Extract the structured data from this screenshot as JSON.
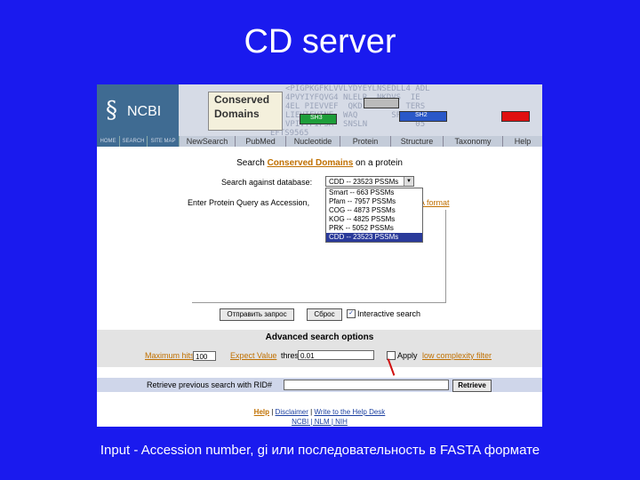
{
  "slide": {
    "title": "CD server",
    "caption": "Input - Accession number, gi или последовательность в FASTA формате"
  },
  "banner": {
    "logo_text": "NCBI",
    "title_line1": "Conserved",
    "title_line2": "Domains",
    "domain_labels": [
      "SH3",
      "SH2"
    ],
    "seq_lines": [
      "<PIGPKGFKLVVLYDYEYLNSEDLL4 ADL",
      "4PVYIYFQVG4 NLELR  NKDVS  IE",
      "4EL PIEVVEF  QKD         TERS",
      "LIEVIEVINE  WAQ       SPWQDG",
      "VPIVTFIFSR  SNSLN          05",
      "                   EFTS9565"
    ]
  },
  "nav": {
    "left_tabs": [
      "HOME",
      "SEARCH",
      "SITE MAP"
    ],
    "tabs": [
      "NewSearch",
      "PubMed",
      "Nucleotide",
      "Protein",
      "Structure",
      "Taxonomy",
      "Help"
    ]
  },
  "search": {
    "heading_prefix": "Search ",
    "heading_link": "Conserved Domains",
    "heading_suffix": " on a protein",
    "db_label": "Search against database:",
    "db_selected": "CDD -- 23523 PSSMs",
    "db_options": [
      "Smart -- 663 PSSMs",
      "Pfam -- 7957 PSSMs",
      "COG -- 4873 PSSMs",
      "KOG -- 4825 PSSMs",
      "PRK -- 5052 PSSMs",
      "CDD -- 23523 PSSMs"
    ],
    "db_selected_index": 5,
    "enter_label": "Enter Protein Query as Accession,",
    "format_link": "A format",
    "submit_label": "Отправить запрос",
    "reset_label": "Сброс",
    "interactive_label": "Interactive search"
  },
  "advanced": {
    "title": "Advanced search options",
    "max_hits_label": "Maximum hits",
    "max_hits_value": "100",
    "expect_label": "Expect Value",
    "threshold_label": "threshold",
    "threshold_value": "0.01",
    "low_complexity_label": "Apply",
    "low_complexity_link": "low complexity filter"
  },
  "retrieve": {
    "label": "Retrieve previous search with RID#",
    "button_label": "Retrieve"
  },
  "footer": {
    "help": "Help",
    "disclaimer": "Disclaimer",
    "write": "Write to the Help Desk",
    "line2": "NCBI | NLM | NIH"
  },
  "colors": {
    "background": "#1a1aee",
    "link": "#c07000",
    "ncbi_blue": "#3f6b92"
  }
}
